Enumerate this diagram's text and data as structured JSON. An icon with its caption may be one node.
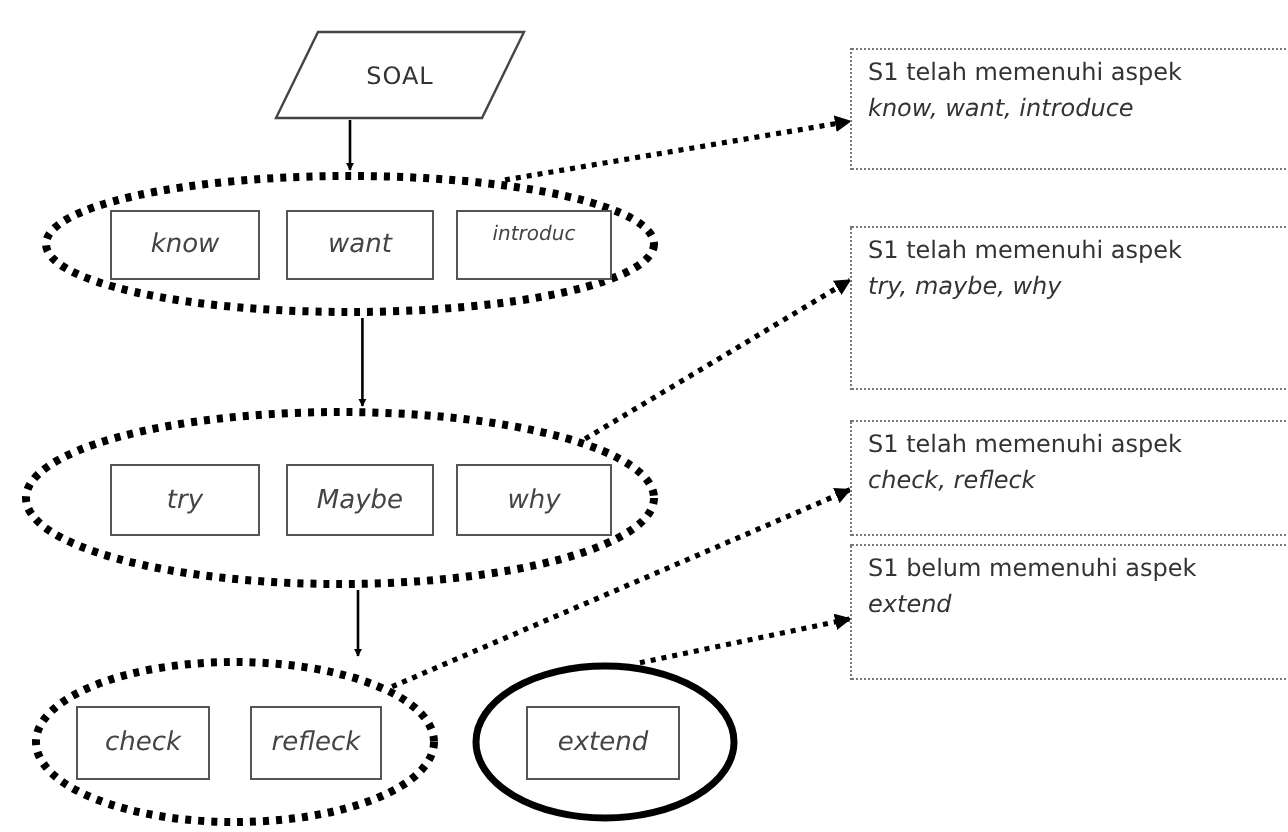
{
  "diagram": {
    "nodes": [
      {
        "text": [
          "SOAL"
        ]
      },
      {
        "text": [],
        "shape": "ellipse"
      },
      {
        "text": [
          "know"
        ],
        "in": 1
      },
      {
        "text": [
          "want"
        ],
        "in": 1
      },
      {
        "text": [
          "introduc"
        ],
        "in": 1
      },
      {
        "text": [],
        "shape": "ellipse"
      },
      {
        "text": [
          "try"
        ],
        "in": 5
      },
      {
        "text": [
          "Maybe"
        ],
        "in": 5
      },
      {
        "text": [
          "why"
        ],
        "in": 5
      },
      {
        "text": [],
        "shape": "ellipse"
      },
      {
        "text": [
          "check"
        ],
        "in": 9
      },
      {
        "text": [
          "refleck"
        ],
        "in": 9
      },
      {
        "text": [],
        "shape": "ellipse"
      },
      {
        "text": [
          "extend"
        ],
        "in": 12
      },
      {
        "text": [
          "S1 telah memenuhi aspek",
          "know, want, introduce"
        ]
      },
      {
        "text": [
          "S1 telah memenuhi aspek",
          "try, maybe, why"
        ]
      },
      {
        "text": [
          "S1 telah memenuhi aspek",
          "check, refleck"
        ]
      },
      {
        "text": [
          "S1 belum memenuhi aspek",
          "extend"
        ]
      }
    ],
    "edges": [
      {
        "from": 0,
        "to": 1,
        "arrow": "to"
      },
      {
        "from": 1,
        "to": 5,
        "arrow": "to"
      },
      {
        "from": 5,
        "to": 9,
        "arrow": "to"
      },
      {
        "from": 1,
        "to": 14,
        "arrow": "to",
        "style": "dashed"
      },
      {
        "from": 5,
        "to": 15,
        "arrow": "to",
        "style": "dashed"
      },
      {
        "from": 9,
        "to": 16,
        "arrow": "to",
        "style": "dashed"
      },
      {
        "from": 12,
        "to": 17,
        "arrow": "to",
        "style": "dashed"
      }
    ]
  }
}
